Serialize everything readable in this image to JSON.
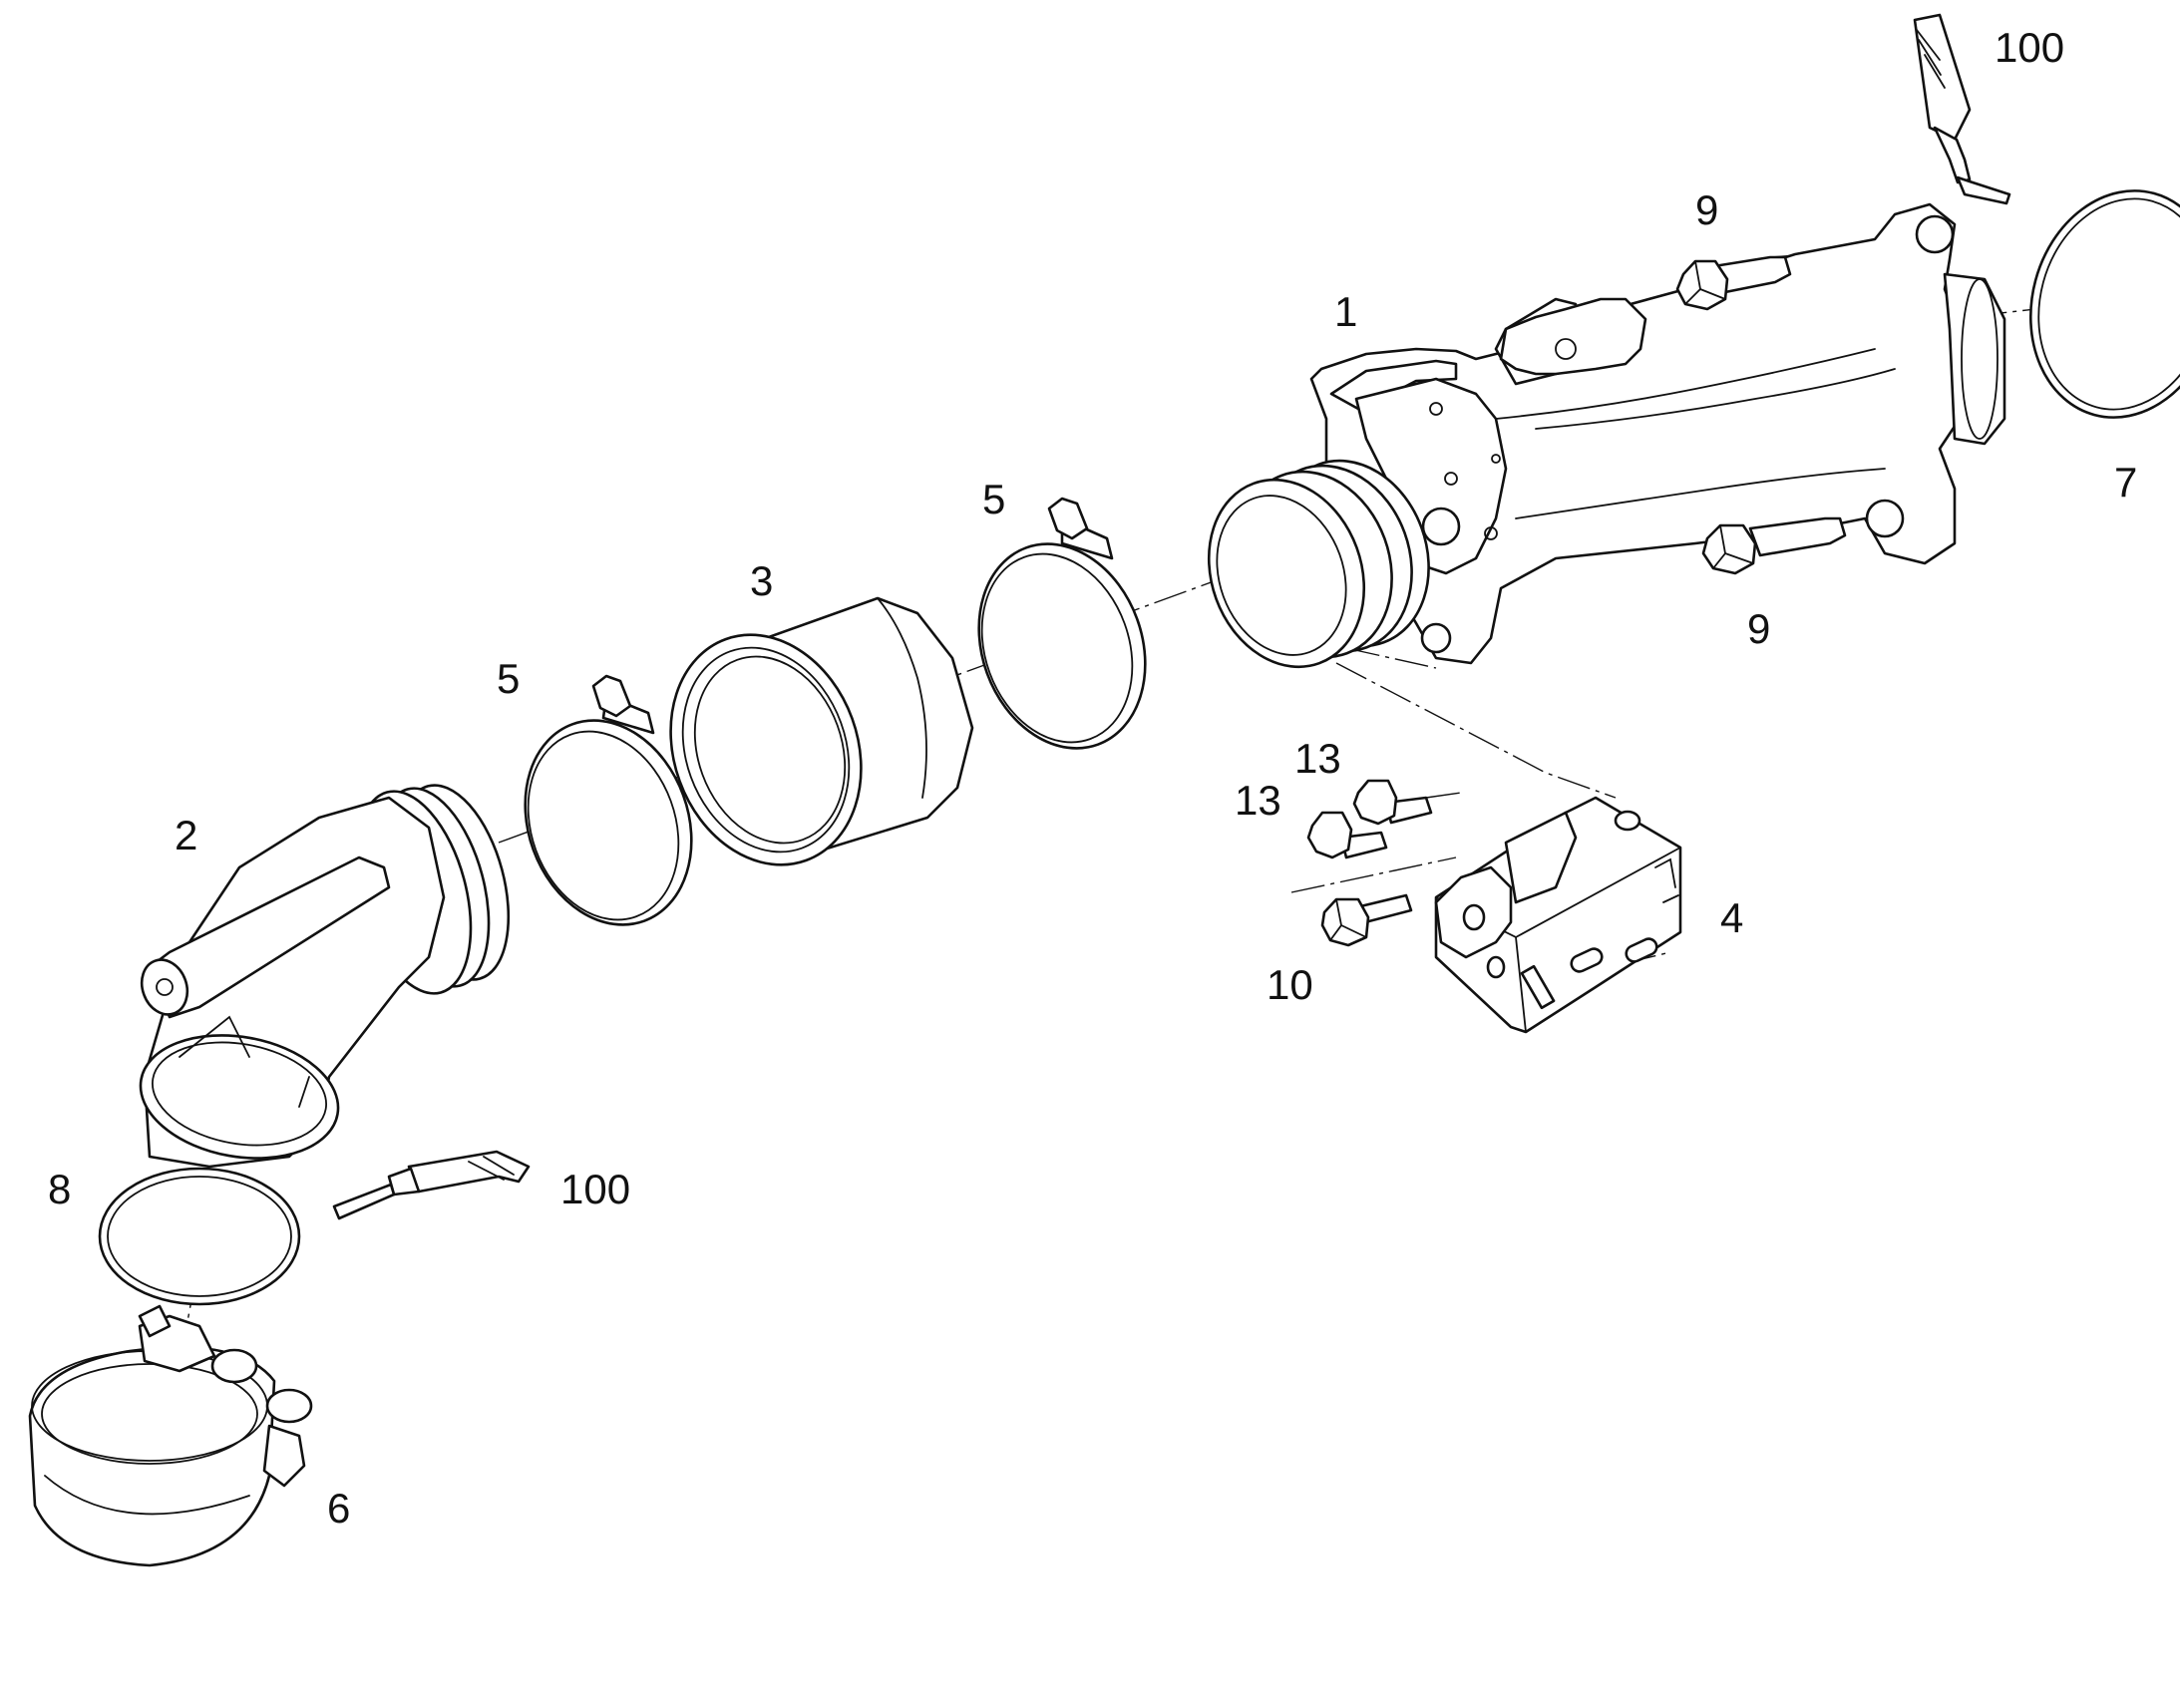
{
  "callouts": {
    "c1": "1",
    "c2": "2",
    "c3": "3",
    "c4": "4",
    "c5a": "5",
    "c5b": "5",
    "c6": "6",
    "c7": "7",
    "c8": "8",
    "c9a": "9",
    "c9b": "9",
    "c10": "10",
    "c13a": "13",
    "c13b": "13",
    "c100a": "100",
    "c100b": "100"
  }
}
